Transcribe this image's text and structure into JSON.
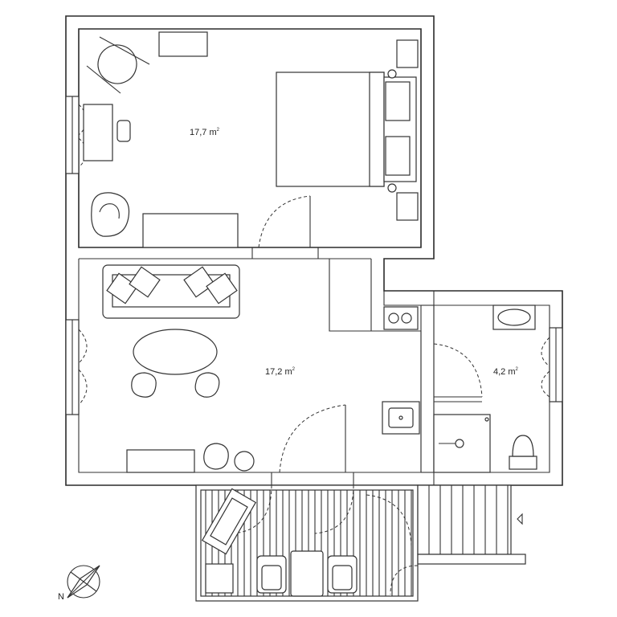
{
  "rooms": {
    "bedroom": {
      "area": "17,7 m",
      "unit_sup": "2"
    },
    "living": {
      "area": "17,2 m",
      "unit_sup": "2"
    },
    "bathroom": {
      "area": "4,2 m",
      "unit_sup": "2"
    }
  },
  "compass": {
    "north": "N"
  },
  "colors": {
    "line": "#2b2b2b",
    "background": "#ffffff"
  }
}
